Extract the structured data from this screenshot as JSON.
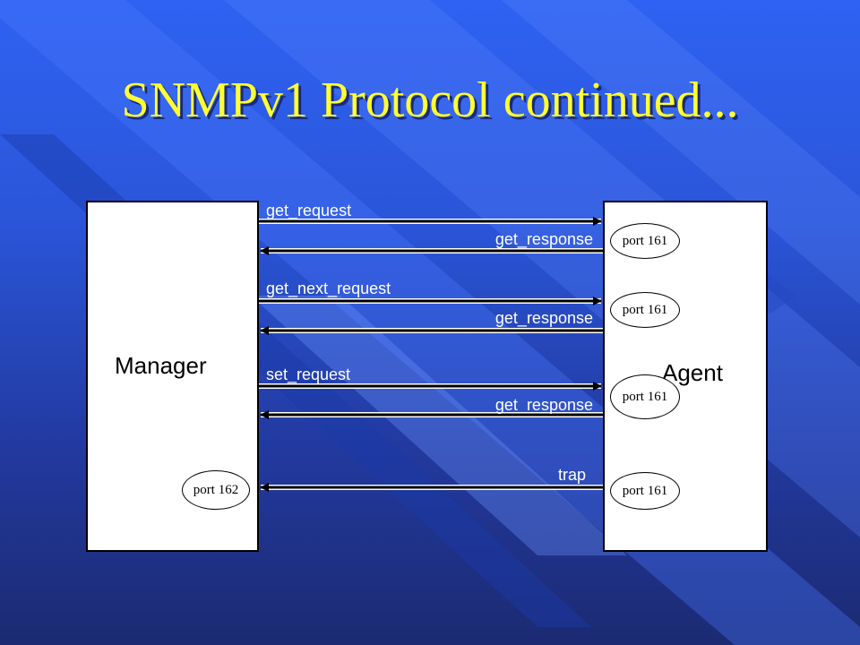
{
  "slide": {
    "title": "SNMPv1 Protocol continued..."
  },
  "diagram": {
    "manager": {
      "label": "Manager",
      "port": "port 162"
    },
    "agent": {
      "label": "Agent",
      "ports": [
        "port 161",
        "port 161",
        "port 161",
        "port 161"
      ]
    },
    "messages": [
      {
        "label": "get_request",
        "direction": "to-agent"
      },
      {
        "label": "get_response",
        "direction": "to-manager"
      },
      {
        "label": "get_next_request",
        "direction": "to-agent"
      },
      {
        "label": "get_response",
        "direction": "to-manager"
      },
      {
        "label": "set_request",
        "direction": "to-agent"
      },
      {
        "label": "get_response",
        "direction": "to-manager"
      },
      {
        "label": "trap",
        "direction": "to-manager"
      }
    ],
    "colors": {
      "title": "#ffff33",
      "arrow_line": "#000000",
      "arrow_glow": "#ffffff",
      "message_text": "#ffffff"
    }
  }
}
